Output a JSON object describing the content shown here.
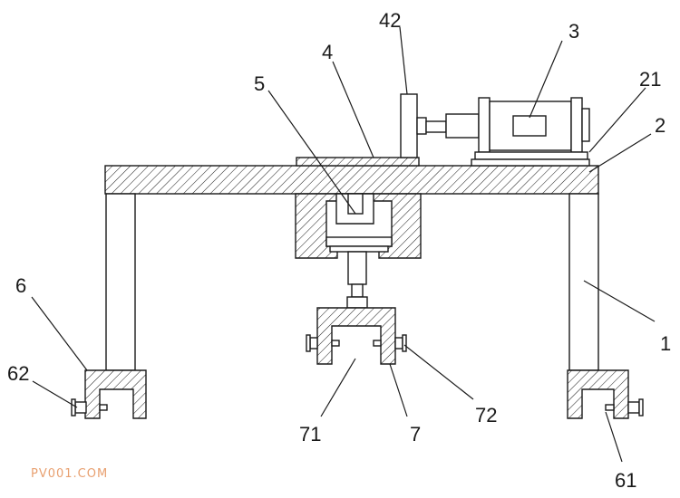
{
  "labels": {
    "l42": "42",
    "l3": "3",
    "l4": "4",
    "l21": "21",
    "l5": "5",
    "l2": "2",
    "l6": "6",
    "l1": "1",
    "l62": "62",
    "l71": "71",
    "l7": "7",
    "l72": "72",
    "l61": "61"
  },
  "watermark": "PV001.COM",
  "colors": {
    "line": "#1a1a1a",
    "background": "#ffffff",
    "watermark": "#e8a070"
  }
}
